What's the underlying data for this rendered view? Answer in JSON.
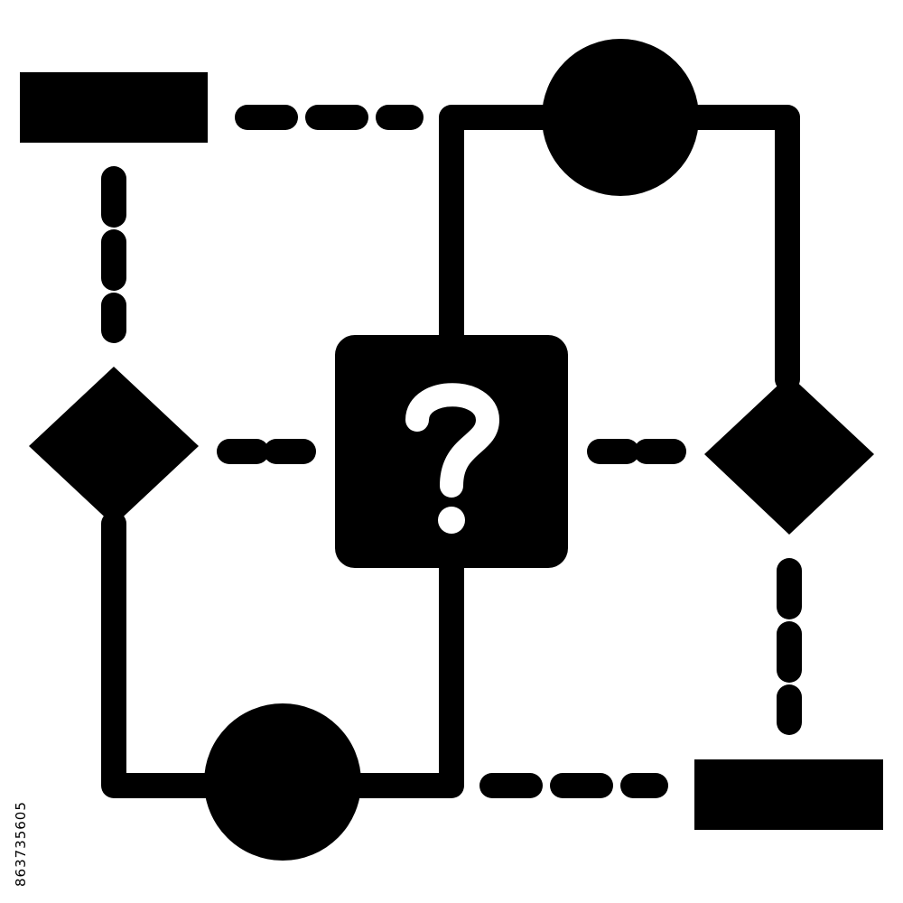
{
  "icon": {
    "center_symbol": "?",
    "side_id": "863735605",
    "colors": {
      "background": "#ffffff",
      "ink": "#000000",
      "symbol": "#ffffff"
    },
    "shapes": [
      "top-left-rectangle",
      "top-right-circle",
      "left-diamond",
      "center-question-square",
      "right-diamond",
      "bottom-circle",
      "bottom-right-rectangle"
    ]
  }
}
